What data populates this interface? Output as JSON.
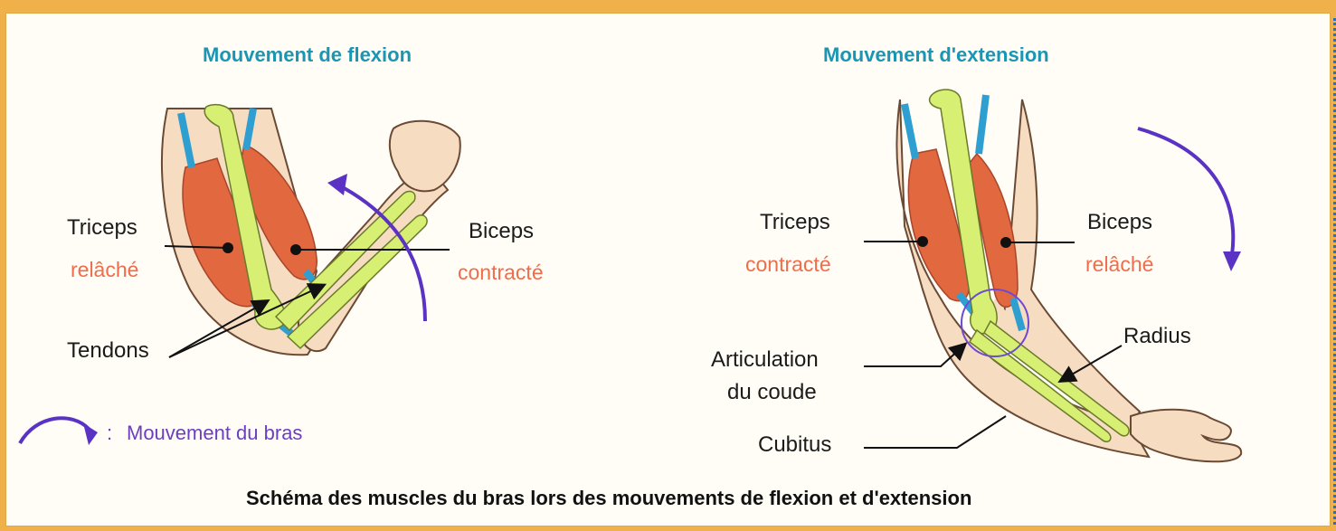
{
  "left_panel": {
    "title": "Mouvement de flexion",
    "triceps_label": "Triceps",
    "triceps_state": "relâché",
    "biceps_label": "Biceps",
    "biceps_state": "contracté",
    "tendons_label": "Tendons"
  },
  "right_panel": {
    "title": "Mouvement d'extension",
    "triceps_label": "Triceps",
    "triceps_state": "contracté",
    "biceps_label": "Biceps",
    "biceps_state": "relâché",
    "radius_label": "Radius",
    "articulation_label_1": "Articulation",
    "articulation_label_2": "du coude",
    "cubitus_label": "Cubitus"
  },
  "legend": {
    "separator": ":",
    "text": "Mouvement du bras"
  },
  "caption": "Schéma des muscles du bras lors des mouvements de flexion et d'extension",
  "colors": {
    "header_band": "#f0b04a",
    "title": "#1a96b4",
    "muscle": "#e2683f",
    "bone": "#d7ef72",
    "tendon": "#2f9fd2",
    "skin": "#f6dcc0",
    "arrow": "#5b33c4",
    "state_text": "#ef6d4b"
  }
}
